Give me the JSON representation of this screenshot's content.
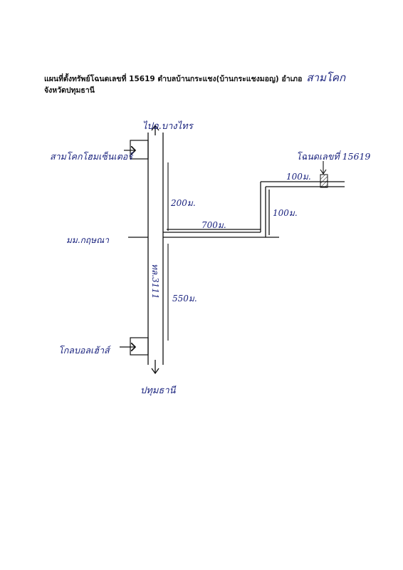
{
  "header": {
    "line1_printed": "แผนที่ตั้งทรัพย์โฉนดเลขที่ 15619 ตำบลบ้านกระแชง(บ้านกระแชงมอญ) อำเภอ",
    "line1_handwritten": "สามโคก",
    "line2_printed": "จังหวัดปทุมธานี"
  },
  "map": {
    "north_label": "ไปอ.บางไทร",
    "south_label": "ปทุมธานี",
    "landmark_top": "สามโคกโฮมเซ็นเตอร์",
    "landmark_bottom": "โกลบอลเฮ้าส์",
    "junction_label": "มม.กฤษณา",
    "road_label": "ทล.3111",
    "dist_north": "200ม.",
    "dist_south": "550ม.",
    "dist_east": "700ม.",
    "dist_upper": "100ม.",
    "dist_side": "100ม.",
    "plot_label": "โฉนดเลขที่ 15619"
  },
  "colors": {
    "ink": "#1a237e",
    "line": "#111111"
  }
}
